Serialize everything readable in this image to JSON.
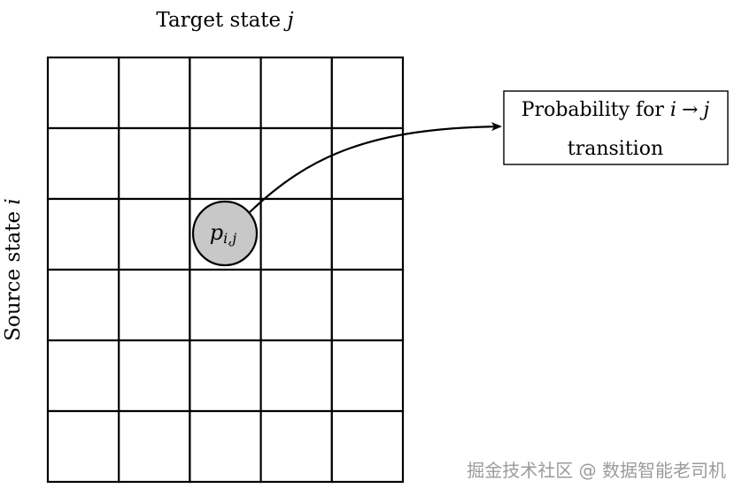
{
  "axes": {
    "target_label_text": "Target state ",
    "target_label_var": "j",
    "source_label_text": "Source state ",
    "source_label_var": "i"
  },
  "grid": {
    "rows": 6,
    "cols": 5,
    "highlight_row": 2,
    "highlight_col": 2
  },
  "node": {
    "symbol": "p",
    "subscript": "i,j",
    "fill_color": "#c8c8c8"
  },
  "annotation": {
    "line1_text": "Probability for ",
    "line1_var_from": "i",
    "line1_arrow": "→",
    "line1_var_to": "j",
    "line2_text": "transition"
  },
  "watermark": {
    "text": "掘金技术社区 @ 数据智能老司机"
  }
}
